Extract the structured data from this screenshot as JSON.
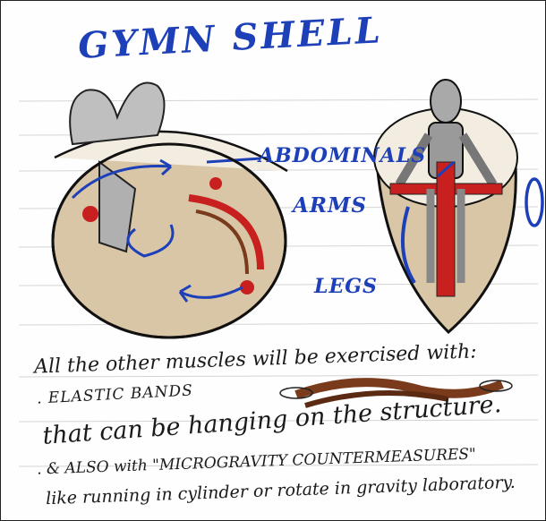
{
  "title": "GYMN SHELL",
  "labels": {
    "abdominals": "ABDOMINALS",
    "arms": "ARMS",
    "legs": "LEGS"
  },
  "notes": [
    "All the other muscles will be exercised with:",
    ". ELASTIC BANDS",
    "that can be hanging on the structure.",
    ". & ALSO with \"MICROGRAVITY COUNTERMEASURES\"",
    "like running in cylinder or rotate in gravity laboratory."
  ],
  "colors": {
    "ink_blue": "#1d3fb8",
    "shell_beige": "#d9c6a6",
    "accent_red": "#c8201e",
    "band_brown": "#7a3a1c"
  }
}
